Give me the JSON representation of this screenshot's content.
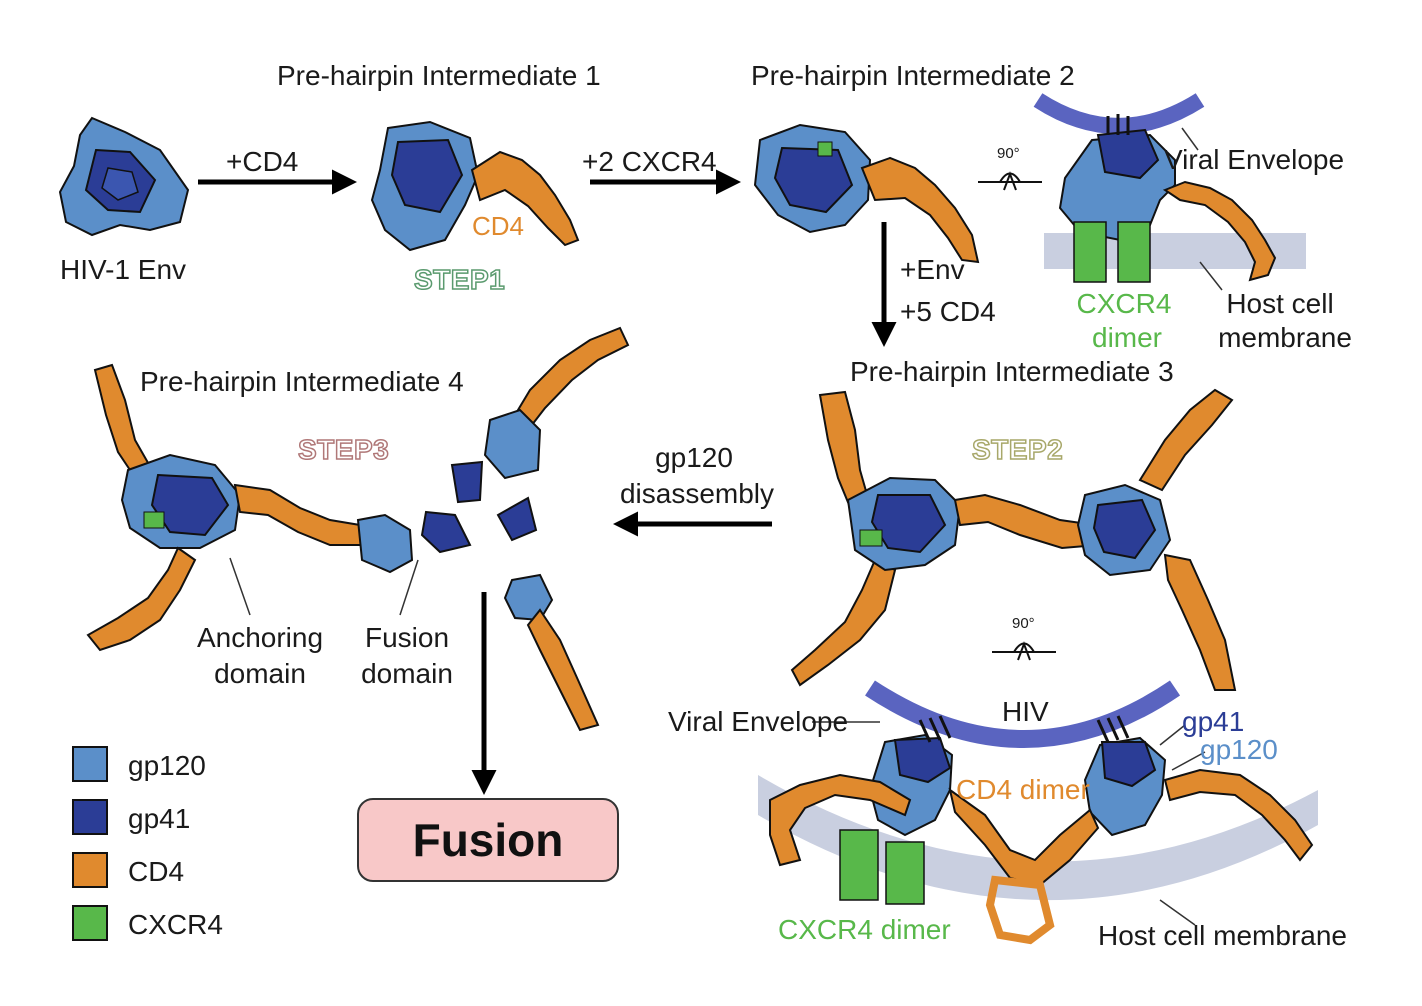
{
  "colors": {
    "gp120": "#5b8fc9",
    "gp41": "#2b3d96",
    "cd4": "#e08a2e",
    "cxcr4": "#58b84a",
    "membrane": "#c9cfe0",
    "envelope": "#5a64c0",
    "fusion_box": "#f8c8c8"
  },
  "titles": {
    "phi1": "Pre-hairpin Intermediate 1",
    "phi2": "Pre-hairpin Intermediate 2",
    "phi3": "Pre-hairpin Intermediate 3",
    "phi4": "Pre-hairpin Intermediate 4"
  },
  "labels": {
    "env": "HIV-1 Env",
    "cd4_small": "CD4",
    "step1": "STEP1",
    "step2": "STEP2",
    "step3": "STEP3",
    "rot_top": "90°",
    "rot_bottom": "90°",
    "viral_envelope_top": "Viral Envelope",
    "host_membrane_1": "Host cell",
    "host_membrane_2": "membrane",
    "cxcr4_dimer_1": "CXCR4",
    "cxcr4_dimer_2": "dimer",
    "anchoring_1": "Anchoring",
    "anchoring_2": "domain",
    "fusion_dom_1": "Fusion",
    "fusion_dom_2": "domain",
    "hiv": "HIV",
    "viral_envelope_bottom": "Viral Envelope",
    "gp41_callout": "gp41",
    "gp120_callout": "gp120",
    "cd4_dimer": "CD4 dimer",
    "cxcr4_dimer_bottom": "CXCR4 dimer",
    "host_membrane_bottom": "Host cell membrane"
  },
  "arrows": {
    "a1": "+CD4",
    "a2": "+2 CXCR4",
    "a3_1": "+Env",
    "a3_2": "+5 CD4",
    "a4_1": "gp120",
    "a4_2": "disassembly"
  },
  "legend": [
    {
      "label": "gp120",
      "color": "#5b8fc9"
    },
    {
      "label": "gp41",
      "color": "#2b3d96"
    },
    {
      "label": "CD4",
      "color": "#e08a2e"
    },
    {
      "label": "CXCR4",
      "color": "#58b84a"
    }
  ],
  "fusion": "Fusion"
}
